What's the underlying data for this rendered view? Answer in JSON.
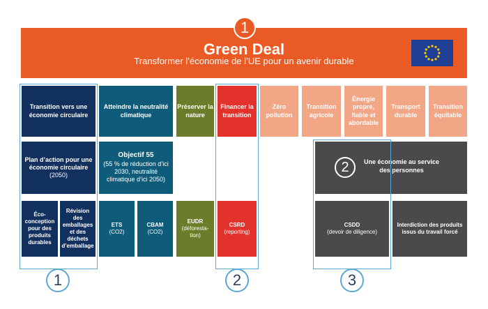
{
  "header": {
    "number": "1",
    "title": "Green Deal",
    "subtitle": "Transformer l’économie de l’UE pour un avenir durable"
  },
  "row1": {
    "c1": "Transition vers une économie circulaire",
    "c2": "Atteindre la neutralité climatique",
    "c3": "Préserver la nature",
    "c4": "Financer la transition",
    "c5": "Zéro pollution",
    "c6": "Transition agricole",
    "c7": "Énergie propre, fiable et abordable",
    "c8": "Transport durable",
    "c9": "Transition équitable"
  },
  "row2": {
    "plan_title": "Plan d’action pour une économie circulaire",
    "plan_year": "(2050)",
    "objectif_title": "Objectif 55",
    "objectif_text": "(55 % de réduction d’ici 2030, neutralité climatique d’ici 2050)",
    "social_number": "2",
    "social_text": "Une économie au service des personnes"
  },
  "row3": {
    "eco": "Éco-conception pour des produits durables",
    "revision": "Révision des emballages et des déchets d’emballage",
    "ets_name": "ETS",
    "ets_sub": "(CO2)",
    "cbam_name": "CBAM",
    "cbam_sub": "(CO2)",
    "eudr_name": "EUDR",
    "eudr_sub": "(déforesta-tion)",
    "csrd_name": "CSRD",
    "csrd_sub": "(reporting)",
    "csdd_name": "CSDD",
    "csdd_sub": "(devoir de diligence)",
    "forced": "Interdiction des produits issus du travail forcé"
  },
  "markers": {
    "m1": "1",
    "m2": "2",
    "m3": "3"
  },
  "colors": {
    "orange": "#ea5a24",
    "navy": "#12305e",
    "teal": "#0f5c7a",
    "olive": "#6b7d2a",
    "red": "#e3322b",
    "peach": "#f2a686",
    "dark_gray": "#4a4a4c",
    "frame_blue": "#5aa7d6",
    "eu_blue": "#1e3f94",
    "eu_yellow": "#ffcc00"
  }
}
